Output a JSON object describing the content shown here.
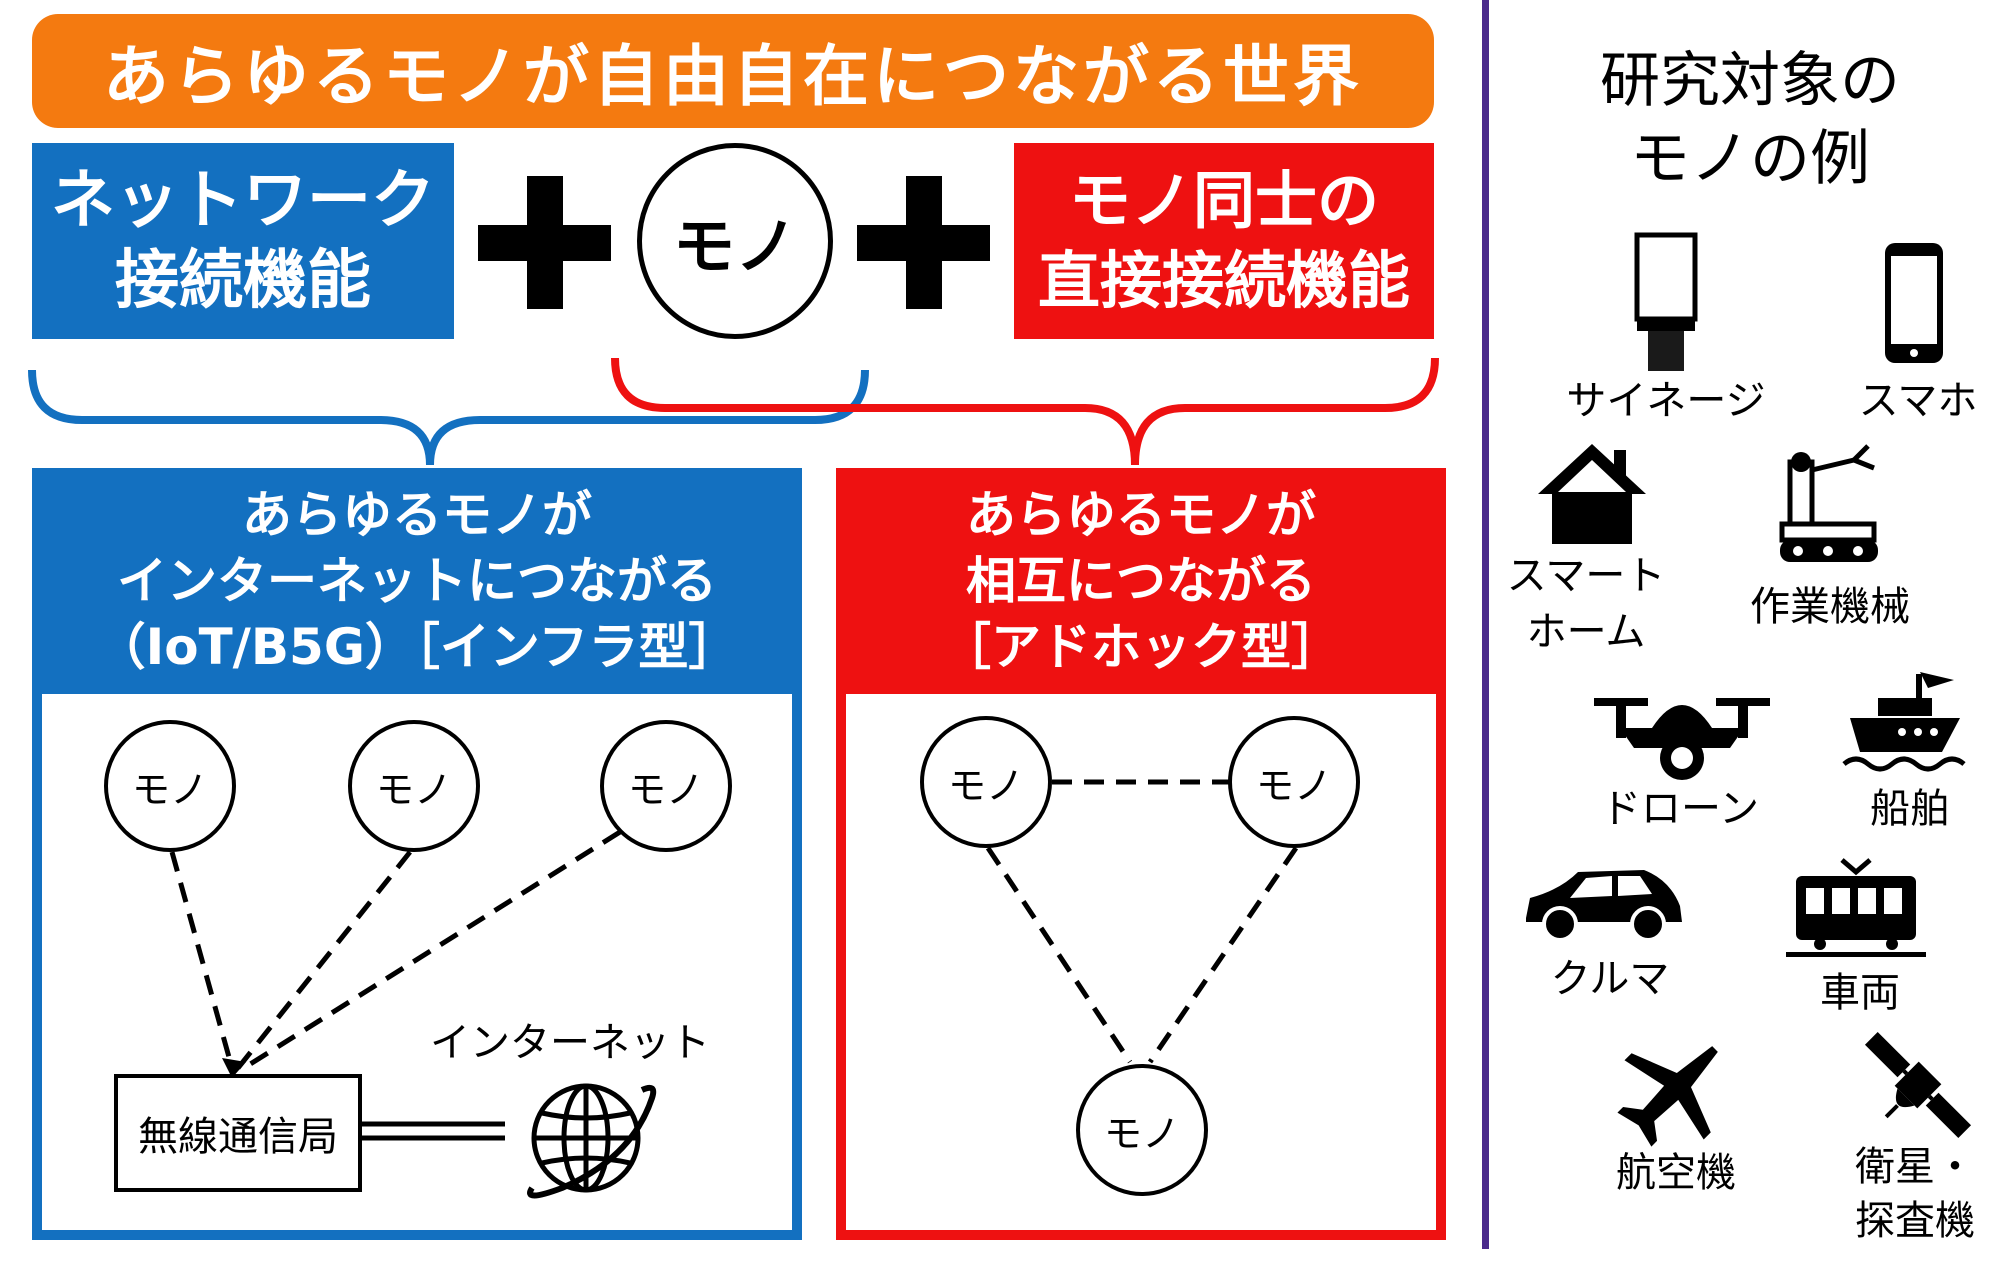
{
  "header": {
    "title": "あらゆるモノが自由自在につながる世界"
  },
  "top": {
    "network_label": [
      "ネットワーク",
      "接続機能"
    ],
    "mono_label": "モノ",
    "direct_label": [
      "モノ同士の",
      "直接接続機能"
    ]
  },
  "left_panel": {
    "title": [
      "あらゆるモノが",
      "インターネットにつながる",
      "（IoT/B5G）［インフラ型］"
    ],
    "nodes": [
      "モノ",
      "モノ",
      "モノ"
    ],
    "station": "無線通信局",
    "internet": "インターネット"
  },
  "right_panel": {
    "title": [
      "あらゆるモノが",
      "相互につながる",
      "［アドホック型］"
    ],
    "nodes": [
      "モノ",
      "モノ",
      "モノ"
    ]
  },
  "sidebar": {
    "title": [
      "研究対象の",
      "モノの例"
    ],
    "items": [
      {
        "label": "サイネージ",
        "icon": "signage-icon"
      },
      {
        "label": "スマホ",
        "icon": "smartphone-icon"
      },
      {
        "label": [
          "スマート",
          "ホーム"
        ],
        "icon": "house-icon"
      },
      {
        "label": "作業機械",
        "icon": "robot-arm-icon"
      },
      {
        "label": "ドローン",
        "icon": "drone-icon"
      },
      {
        "label": "船舶",
        "icon": "ship-icon"
      },
      {
        "label": "クルマ",
        "icon": "car-icon"
      },
      {
        "label": "車両",
        "icon": "train-icon"
      },
      {
        "label": "航空機",
        "icon": "airplane-icon"
      },
      {
        "label": [
          "衛星・",
          "探査機"
        ],
        "icon": "satellite-icon"
      }
    ]
  },
  "colors": {
    "orange": "#f47a10",
    "blue": "#1370c0",
    "red": "#ee1111",
    "divider": "#4b2a8c"
  }
}
